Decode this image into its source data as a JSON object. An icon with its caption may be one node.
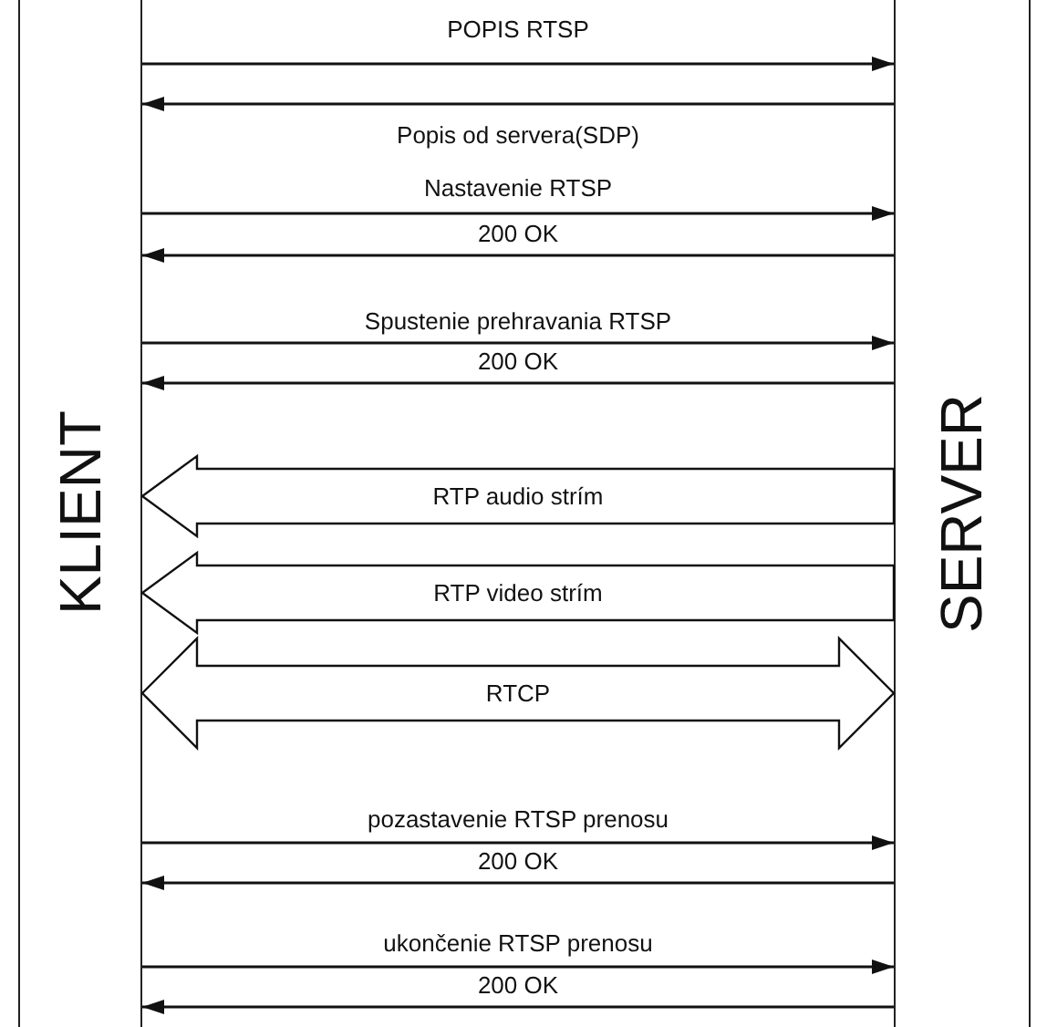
{
  "diagram": {
    "nodes": [
      {
        "text": [
          "KLIENT"
        ]
      },
      {
        "text": [
          "SERVER"
        ]
      }
    ],
    "edges": [
      {
        "from": 0,
        "to": 1,
        "arrow": "to",
        "label": "POPIS RTSP"
      },
      {
        "from": 1,
        "to": 0,
        "arrow": "to",
        "label": "Popis od servera(SDP)"
      },
      {
        "from": 0,
        "to": 1,
        "arrow": "to",
        "label": "Nastavenie RTSP"
      },
      {
        "from": 1,
        "to": 0,
        "arrow": "to",
        "label": "200 OK"
      },
      {
        "from": 0,
        "to": 1,
        "arrow": "to",
        "label": "Spustenie prehravania RTSP"
      },
      {
        "from": 1,
        "to": 0,
        "arrow": "to",
        "label": "200 OK"
      },
      {
        "from": 1,
        "to": 0,
        "arrow": "to",
        "label": "RTP audio strím",
        "style": "thick"
      },
      {
        "from": 1,
        "to": 0,
        "arrow": "to",
        "label": "RTP video strím",
        "style": "thick"
      },
      {
        "from": 0,
        "to": 1,
        "arrow": "both",
        "label": "RTCP",
        "style": "thick"
      },
      {
        "from": 0,
        "to": 1,
        "arrow": "to",
        "label": "pozastavenie RTSP prenosu"
      },
      {
        "from": 1,
        "to": 0,
        "arrow": "to",
        "label": "200 OK"
      },
      {
        "from": 0,
        "to": 1,
        "arrow": "to",
        "label": "ukončenie RTSP prenosu"
      },
      {
        "from": 1,
        "to": 0,
        "arrow": "to",
        "label": "200 OK"
      }
    ]
  }
}
